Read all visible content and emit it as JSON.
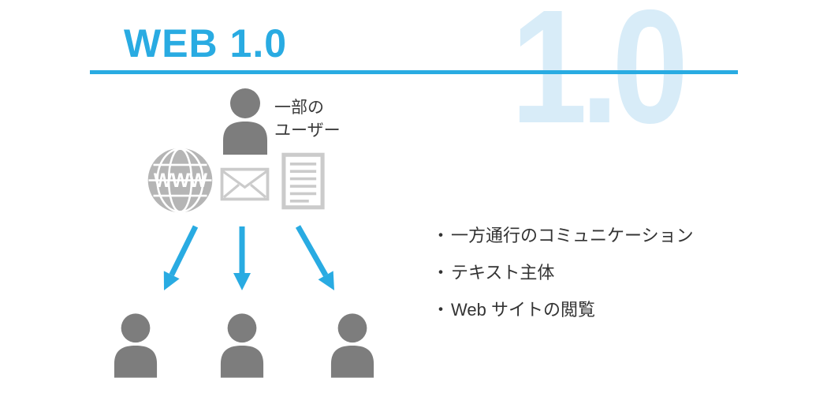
{
  "header": {
    "title": "WEB 1.0",
    "watermark": "1.0"
  },
  "diagram": {
    "source_user_label_lines": [
      "一部の",
      "ユーザー"
    ],
    "globe_label": "WWW",
    "icons": [
      "www-globe-icon",
      "email-envelope-icon",
      "document-icon"
    ],
    "audience_user_count": 3
  },
  "bullets": {
    "marker": "・",
    "items": [
      "一方通行のコミュニケーション",
      "テキスト主体",
      "Web サイトの閲覧"
    ]
  },
  "colors": {
    "accent": "#29abe2",
    "watermark_blue": "#d8ecf8",
    "person_gray": "#7d7d7d",
    "icon_gray": "#b5b5b5",
    "icon_light_gray": "#cbcbcb",
    "text_dark": "#3a3a3a"
  }
}
